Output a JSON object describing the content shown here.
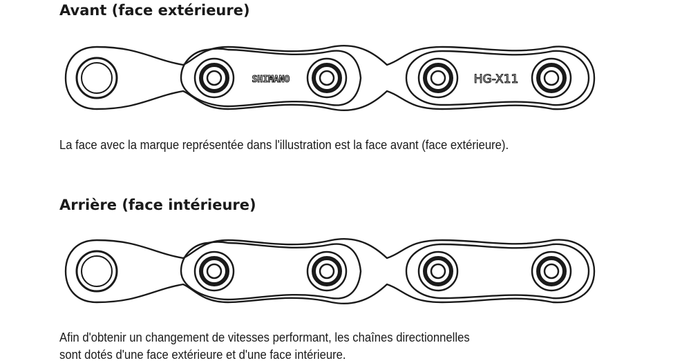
{
  "front": {
    "heading": "Avant (face extérieure)",
    "brand_marking": "SHIMANO",
    "model_marking": "HG-X11",
    "caption": "La face avec la marque représentée dans l'illustration est la face avant (face extérieure)."
  },
  "back": {
    "heading": "Arrière (face intérieure)",
    "caption_line1": "Afin d'obtenir un changement de vitesses performant, les chaînes directionnelles",
    "caption_line2": "sont dotés d'une face extérieure et d'une face intérieure."
  },
  "colors": {
    "ink": "#1a1a1a",
    "paper": "#ffffff"
  }
}
